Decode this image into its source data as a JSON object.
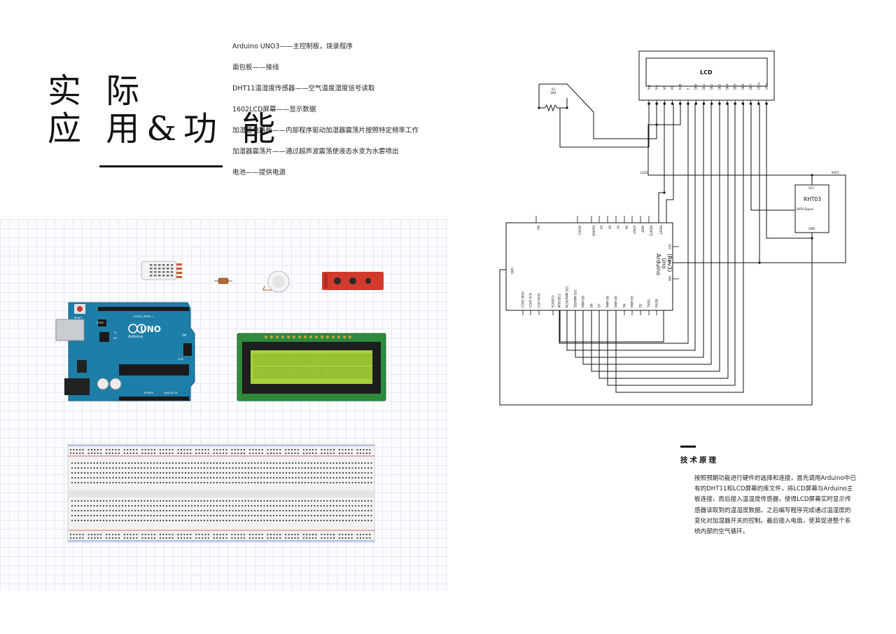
{
  "title": {
    "line1": "实 际",
    "line2": "应 用&功 能"
  },
  "components": [
    "Arduino UNO3——主控制板，烧录程序",
    "面包板——接线",
    "DHT11温湿度传感器——空气温度湿度信号读取",
    "1602LCD屏幕——显示数据",
    "加湿器电路板——内部程序驱动加湿器震荡片按照特定频率工作",
    "加湿器震荡片——通过超声波震荡使液态水变为水雾喷出",
    "电池——提供电源"
  ],
  "schematic": {
    "lcd_label": "LCD",
    "lcd_pins": [
      "Vss",
      "Vcc",
      "V0",
      "RS",
      "R/W",
      "E",
      "DB0",
      "DB1",
      "DB2",
      "DB3",
      "DB4",
      "DB5",
      "DB6",
      "DB7",
      "LED+",
      "LED-"
    ],
    "resistor_label": "R1",
    "resistor_value": "1KΩ",
    "lcd_part_label": "LCD1",
    "sensor_part_label": "RHT1",
    "sensor_name": "RHT03",
    "sensor_pins": {
      "vcc": "VCC",
      "data": "DATA-Signal",
      "gnd": "GND"
    },
    "arduino_label": [
      "Arduino",
      "Uno",
      "(Rev3)"
    ],
    "arduino_top_pins": [
      "N/C",
      "A5/SCL",
      "A4/SDA",
      "A3",
      "A2",
      "A1",
      "A0",
      "IOREF",
      "AREF",
      "RESET2",
      "RESET"
    ],
    "arduino_right_pins": [
      "3V3",
      "5V",
      "VIN"
    ],
    "arduino_left_pins": [
      "GND"
    ],
    "arduino_bottom_pins": [
      "ICSP2 MISO",
      "ICSP2 SCK",
      "ICSP MOSI",
      "SCK/D13",
      "MISO/D12",
      "MOSI/PWM D11",
      "SS/PWM D10",
      "PWM D9",
      "D8",
      "D7",
      "PWM D6",
      "PWM D5",
      "D4",
      "PWM D3",
      "D2",
      "TX/D1",
      "RX/D0"
    ]
  },
  "parts": {
    "arduino_logo": "UNO",
    "arduino_brand": "Arduino",
    "reset_label": "RESET",
    "icsp2_label": "ICSP2",
    "tx_label": "TX",
    "rx_label": "RX",
    "on_label": "ON",
    "icsp_label": "ICSP",
    "digital_label": "DIGITAL (PWM~)",
    "power_label": "POWER",
    "analog_label": "ANALOG IN"
  },
  "technique": {
    "title": "技术原理",
    "body": "按照预期功能进行硬件的选择和连接，首先调用Arduino中已有的DHT11和LCD屏幕的库文件，将LCD屏幕与Arduino主板连接，而后接入温湿度传感器，使得LCD屏幕实时显示传感器读取到的温湿度数据。之后编写程序完成通过温湿度的变化对加湿器开关的控制。最后接入电扇，使其促进整个系统内部的空气循环。"
  },
  "colors": {
    "arduino_blue": "#1d7ea8",
    "lcd_green": "#a6d13b",
    "pcb_green": "#2f8a3c",
    "sensor_red": "#d23a2b",
    "wire": "#111111"
  }
}
